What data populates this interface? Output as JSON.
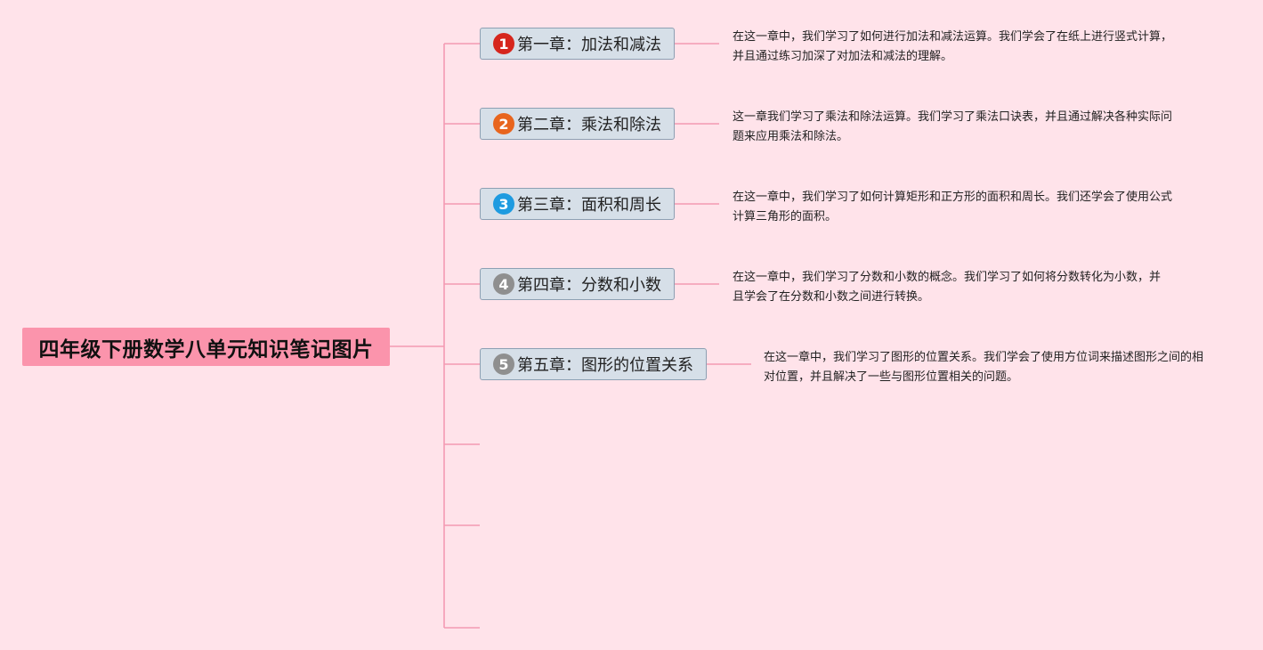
{
  "root": {
    "title": "四年级下册数学八单元知识笔记图片"
  },
  "colors": {
    "background": "#ffe3ea",
    "root_fill": "#fb94ac",
    "connector": "#f39ab2",
    "topic_fill": "#d6dfe8",
    "topic_border": "#8da0b3"
  },
  "chapters": [
    {
      "number": "1",
      "badge_color": "#d6261d",
      "label": "第一章：加法和减法",
      "description": "在这一章中，我们学习了如何进行加法和减法运算。我们学会了在纸上进行竖式计算，并且通过练习加深了对加法和减法的理解。"
    },
    {
      "number": "2",
      "badge_color": "#e8651e",
      "label": "第二章：乘法和除法",
      "description": "这一章我们学习了乘法和除法运算。我们学习了乘法口诀表，并且通过解决各种实际问题来应用乘法和除法。"
    },
    {
      "number": "3",
      "badge_color": "#1e9be0",
      "label": "第三章：面积和周长",
      "description": "在这一章中，我们学习了如何计算矩形和正方形的面积和周长。我们还学会了使用公式计算三角形的面积。"
    },
    {
      "number": "4",
      "badge_color": "#8f8f8f",
      "label": "第四章：分数和小数",
      "description": "在这一章中，我们学习了分数和小数的概念。我们学习了如何将分数转化为小数，并且学会了在分数和小数之间进行转换。"
    },
    {
      "number": "5",
      "badge_color": "#8f8f8f",
      "label": "第五章：图形的位置关系",
      "description": "在这一章中，我们学习了图形的位置关系。我们学会了使用方位词来描述图形之间的相对位置，并且解决了一些与图形位置相关的问题。"
    }
  ]
}
